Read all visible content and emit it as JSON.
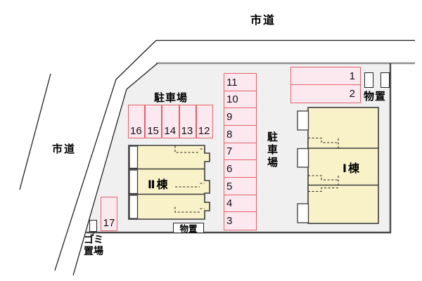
{
  "roads": {
    "top_label": "市道",
    "left_label": "市道"
  },
  "parking": {
    "label_top": "駐車場",
    "label_right_vertical": "駐車場",
    "row_top": [
      "16",
      "15",
      "14",
      "13",
      "12"
    ],
    "column_right": [
      "11",
      "10",
      "9",
      "8",
      "7",
      "6",
      "5",
      "4",
      "3"
    ],
    "block_topright": [
      "1",
      "2"
    ],
    "single17": [
      "17"
    ]
  },
  "buildings": {
    "building_2_label": "Ⅱ棟",
    "building_1_label": "Ⅰ棟"
  },
  "storage": {
    "top_right_label": "物置",
    "bottom_box_label": "物置"
  },
  "garbage": {
    "line1": "ゴミ",
    "line2": "置場"
  },
  "colors": {
    "background": "#ffffff",
    "site_fill": "#f0f0f0",
    "parking_fill": "#fce9ef",
    "parking_border": "#e2606b",
    "building_fill": "#f9f2c8",
    "building_border": "#3b3b3b",
    "boundary_dark": "#4a4a4a",
    "boundary_gray": "#8f8f8f",
    "line_black": "#1a1a1a"
  }
}
